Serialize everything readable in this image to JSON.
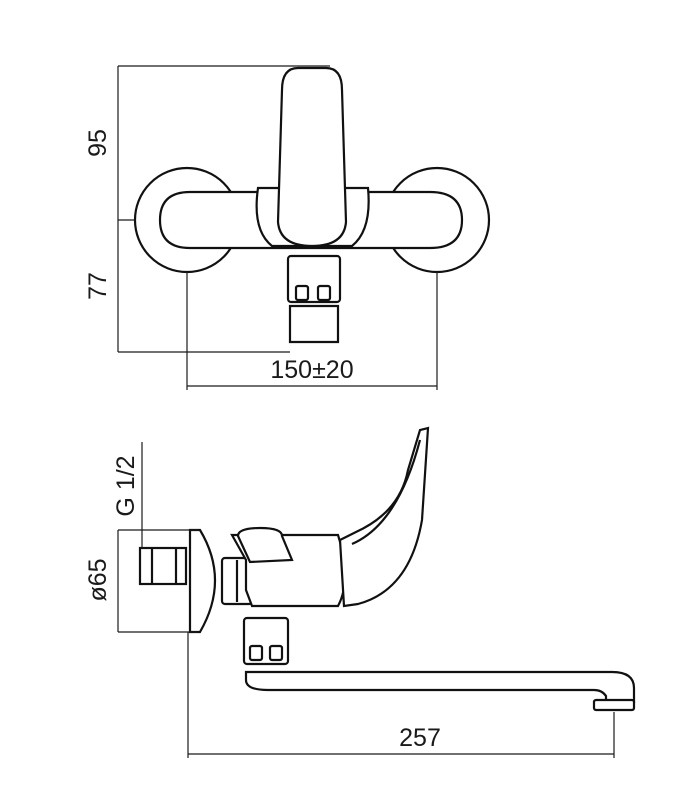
{
  "dimensions": {
    "top_height": "95",
    "bottom_height": "77",
    "center_distance": "150±20",
    "thread": "G 1/2",
    "rosette_diameter": "ø65",
    "spout_reach": "257"
  },
  "colors": {
    "line": "#1a1a1a",
    "background": "#ffffff"
  }
}
